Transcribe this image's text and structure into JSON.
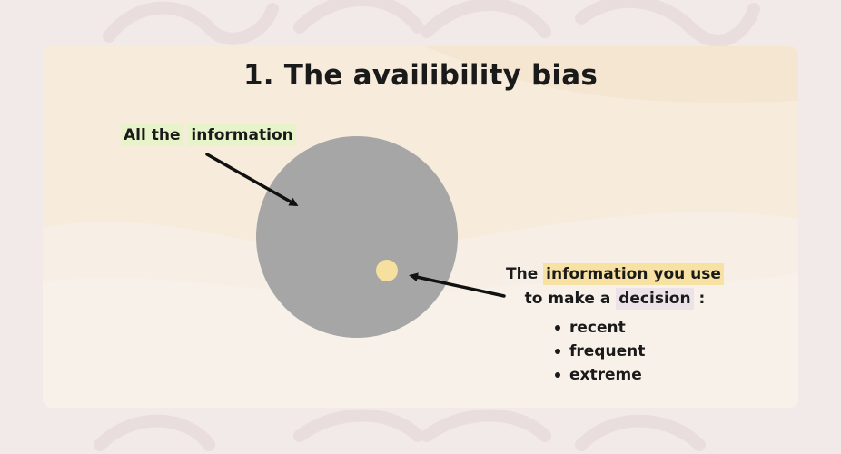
{
  "title": "1. The availibility bias",
  "all_information": {
    "word1": "All the",
    "word2": "information"
  },
  "used_information": {
    "line1_prefix": "The",
    "line1_highlight": "information you use",
    "line2_prefix": "to make a",
    "line2_highlight": "decision",
    "line2_suffix": ":"
  },
  "traits": [
    "recent",
    "frequent",
    "extreme"
  ],
  "colors": {
    "large_circle": "#a6a6a6",
    "small_circle": "#f5e09f",
    "highlight_green": "#e7f3c8",
    "highlight_yellow": "#f7e1a3",
    "arrow": "#111111"
  }
}
